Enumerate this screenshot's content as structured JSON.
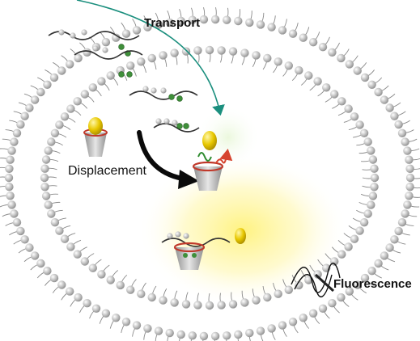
{
  "labels": {
    "transport": "Transport",
    "displacement": "Displacement",
    "fluorescence": "Fluorescence"
  },
  "colors": {
    "lipid_head": "#b9b9b9",
    "lipid_tail": "#8a8a8a",
    "transport_arrow": "#1b8f7e",
    "displacement_arrow": "#0a0a0a",
    "guest_gold": "#e8c800",
    "host_rim": "#c0392b",
    "host_body": "#bdbdbd",
    "fluorescence_glow": "#fff27a",
    "peptide_chain": "#333333",
    "peptide_bead": "#3f8f3a"
  },
  "icons": [
    "lipid-bilayer-vesicle",
    "host-cup-with-guest",
    "peptide-chain",
    "transport-arrow",
    "displacement-arrow",
    "fluorescence-wave"
  ]
}
